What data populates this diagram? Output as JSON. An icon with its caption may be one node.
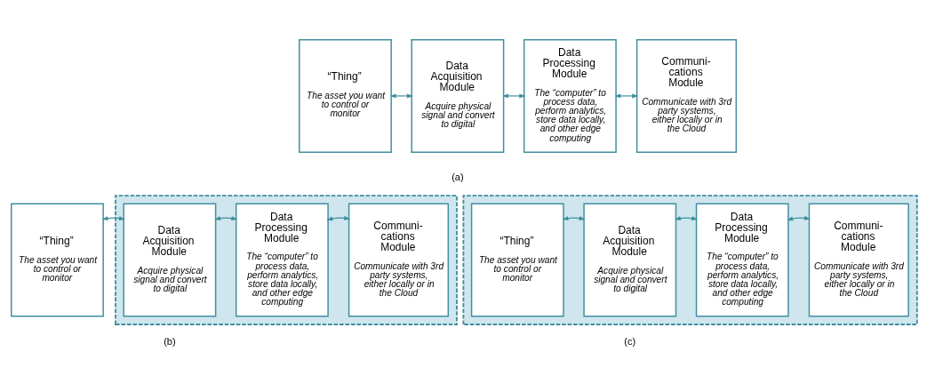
{
  "diagram": {
    "nodes": [
      {
        "text": [
          "“Thing”",
          "The asset you want to control or monitor"
        ]
      },
      {
        "text": [
          "Data Acquisition Module",
          "Acquire physical signal and convert to digital"
        ]
      },
      {
        "text": [
          "Data Processing Module",
          "The “computer” to process data, perform analytics, store data locally, and other edge computing"
        ]
      },
      {
        "text": [
          "Communi- cations Module",
          "Communicate with 3rd party systems, either locally or in the Cloud"
        ]
      },
      {
        "text": [
          "“Thing”",
          "The asset you want to control or monitor"
        ]
      },
      {
        "text": [],
        "shape": "box"
      },
      {
        "text": [
          "Data Acquisition Module",
          "Acquire physical signal and convert to digital"
        ],
        "in": 5
      },
      {
        "text": [
          "Data Processing Module",
          "The “computer” to process data, perform analytics, store data locally, and other edge computing"
        ],
        "in": 5
      },
      {
        "text": [
          "Communi- cations Module",
          "Communicate with 3rd party systems, either locally or in the Cloud"
        ],
        "in": 5
      },
      {
        "text": [],
        "shape": "box"
      },
      {
        "text": [
          "“Thing”",
          "The asset you want to control or monitor"
        ],
        "in": 9
      },
      {
        "text": [
          "Data Acquisition Module",
          "Acquire physical signal and convert to digital"
        ],
        "in": 9
      },
      {
        "text": [
          "Data Processing Module",
          "The “computer” to process data, perform analytics, store data locally, and other edge computing"
        ],
        "in": 9
      },
      {
        "text": [
          "Communi- cations Module",
          "Communicate with 3rd party systems, either locally or in the Cloud"
        ],
        "in": 9
      }
    ],
    "edges": [
      {
        "from": 0,
        "to": 1,
        "arrow": "both"
      },
      {
        "from": 1,
        "to": 2,
        "arrow": "both"
      },
      {
        "from": 2,
        "to": 3,
        "arrow": "both"
      },
      {
        "from": 4,
        "to": 6,
        "arrow": "both"
      },
      {
        "from": 6,
        "to": 7,
        "arrow": "both"
      },
      {
        "from": 7,
        "to": 8,
        "arrow": "both"
      },
      {
        "from": 10,
        "to": 11,
        "arrow": "both"
      },
      {
        "from": 11,
        "to": 12,
        "arrow": "both"
      },
      {
        "from": 12,
        "to": 13,
        "arrow": "both"
      }
    ],
    "labels": [
      "(a)",
      "(b)",
      "(c)"
    ]
  }
}
